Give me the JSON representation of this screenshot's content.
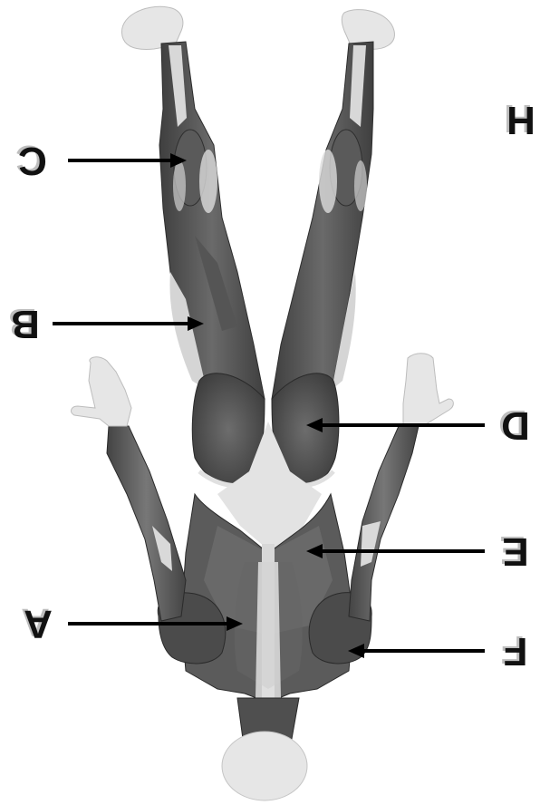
{
  "diagram": {
    "rotation": "upside-down",
    "colors": {
      "background": "#ffffff",
      "muscle_dark": "#4a4a4a",
      "muscle_mid": "#6e6e6e",
      "tendon_light": "#d9d9d9",
      "skin_light": "#e8e8e8",
      "arrow": "#000000"
    },
    "labels": {
      "A": "A",
      "B": "B",
      "C": "C",
      "D": "D",
      "E": "E",
      "F": "F",
      "H": "H"
    }
  }
}
